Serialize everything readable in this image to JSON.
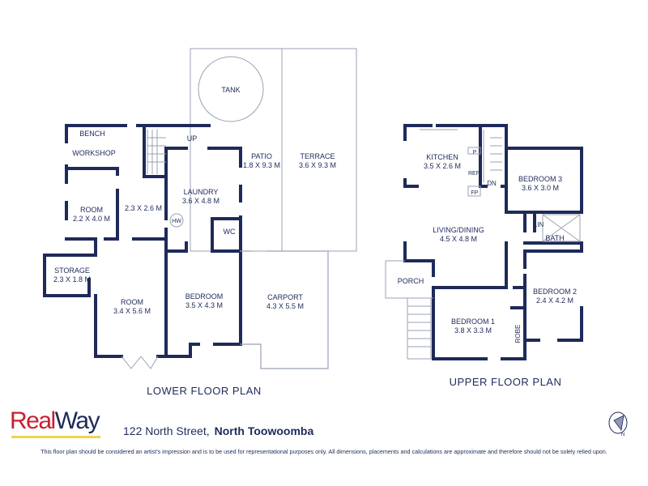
{
  "lower_floor": {
    "title": "LOWER FLOOR PLAN",
    "rooms": {
      "tank": "TANK",
      "patio": "PATIO",
      "patio_size": "1.8 X 9.3 M",
      "terrace": "TERRACE",
      "terrace_size": "3.6 X 9.3 M",
      "bench": "BENCH",
      "workshop": "WORKSHOP",
      "up": "UP",
      "laundry": "LAUNDRY",
      "laundry_size": "3.6 X 4.8 M",
      "hw": "HW",
      "wc": "WC",
      "room1": "ROOM",
      "room1_size": "2.2 X 4.0 M",
      "hall_size": "2.3 X 2.6 M",
      "storage": "STORAGE",
      "storage_size": "2.3 X 1.8 M",
      "room2": "ROOM",
      "room2_size": "3.4 X 5.6 M",
      "bedroom": "BEDROOM",
      "bedroom_size": "3.5 X 4.3 M",
      "carport": "CARPORT",
      "carport_size": "4.3 X 5.5 M"
    }
  },
  "upper_floor": {
    "title": "UPPER FLOOR PLAN",
    "rooms": {
      "kitchen": "KITCHEN",
      "kitchen_size": "3.5 X 2.6 M",
      "p": "P",
      "ref": "REF",
      "fp": "FP",
      "dn": "DN",
      "bedroom3": "BEDROOM 3",
      "bedroom3_size": "3.6 X 3.0 M",
      "lin": "LIN",
      "bath": "BATH",
      "living": "LIVING/DINING",
      "living_size": "4.5 X 4.8 M",
      "porch": "PORCH",
      "bedroom1": "BEDROOM 1",
      "bedroom1_size": "3.8 X 3.3 M",
      "robe": "ROBE",
      "bedroom2": "BEDROOM 2",
      "bedroom2_size": "2.4 X 4.2 M"
    }
  },
  "footer": {
    "logo_real": "Real",
    "logo_way": "Way",
    "address_street": "122 North Street,",
    "address_suburb": "North Toowoomba",
    "compass_label": "N",
    "disclaimer": "This floor plan should be considered an artist's impression and is to be used for representational purposes only. All dimensions, placements and calculations are approximate and therefore should not be solely relied upon."
  },
  "colors": {
    "wall": "#1e2a5a",
    "brand_red": "#c8202f",
    "brand_yellow": "#f0d54a"
  }
}
